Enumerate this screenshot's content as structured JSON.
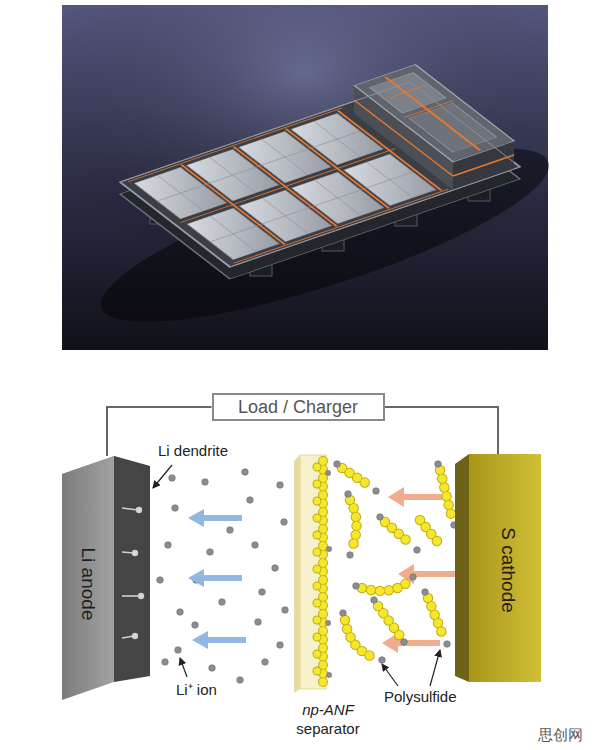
{
  "diagram": {
    "nodes": [
      {
        "text": [
          "Load / Charger"
        ]
      },
      {
        "text": [
          "Li anode"
        ]
      },
      {
        "text": [
          "np-ANF",
          "separator"
        ]
      },
      {
        "text": [
          "S cathode"
        ]
      }
    ],
    "edges": [
      {
        "from": 1,
        "to": 0,
        "arrow": "none"
      },
      {
        "from": 0,
        "to": 3,
        "arrow": "none"
      }
    ],
    "labels": [
      "Li dendrite",
      "Li⁺ ion",
      "Polysulfide",
      "思创网"
    ]
  }
}
